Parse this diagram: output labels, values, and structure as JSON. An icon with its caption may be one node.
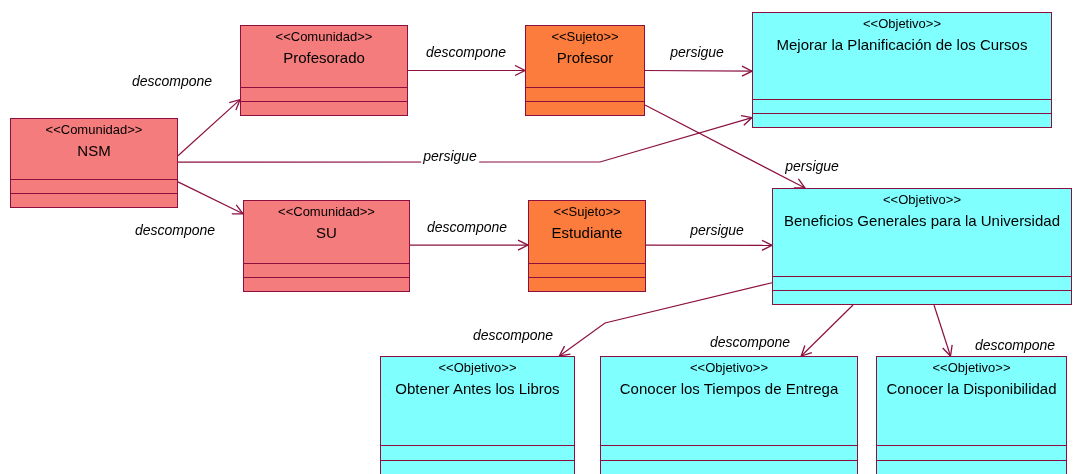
{
  "diagram": {
    "nodes": [
      {
        "text": [
          "<<Comunidad>>",
          "NSM"
        ]
      },
      {
        "text": [
          "<<Comunidad>>",
          "Profesorado"
        ]
      },
      {
        "text": [
          "<<Comunidad>>",
          "SU"
        ]
      },
      {
        "text": [
          "<<Sujeto>>",
          "Profesor"
        ]
      },
      {
        "text": [
          "<<Sujeto>>",
          "Estudiante"
        ]
      },
      {
        "text": [
          "<<Objetivo>>",
          "Mejorar la Planificación de los Cursos"
        ]
      },
      {
        "text": [
          "<<Objetivo>>",
          "Beneficios Generales para la Universidad"
        ]
      },
      {
        "text": [
          "<<Objetivo>>",
          "Obtener Antes los Libros"
        ]
      },
      {
        "text": [
          "<<Objetivo>>",
          "Conocer los Tiempos de Entrega"
        ]
      },
      {
        "text": [
          "<<Objetivo>>",
          "Conocer la Disponibilidad"
        ]
      }
    ],
    "edges": [
      {
        "from": 0,
        "to": 1,
        "arrow": "to",
        "label": "descompone"
      },
      {
        "from": 0,
        "to": 2,
        "arrow": "to",
        "label": "descompone"
      },
      {
        "from": 0,
        "to": 5,
        "arrow": "to",
        "label": "persigue"
      },
      {
        "from": 1,
        "to": 3,
        "arrow": "to",
        "label": "descompone"
      },
      {
        "from": 3,
        "to": 5,
        "arrow": "to",
        "label": "persigue"
      },
      {
        "from": 3,
        "to": 6,
        "arrow": "to",
        "label": "persigue"
      },
      {
        "from": 2,
        "to": 4,
        "arrow": "to",
        "label": "descompone"
      },
      {
        "from": 4,
        "to": 6,
        "arrow": "to",
        "label": "persigue"
      },
      {
        "from": 6,
        "to": 7,
        "arrow": "to",
        "label": "descompone"
      },
      {
        "from": 6,
        "to": 8,
        "arrow": "to",
        "label": "descompone"
      },
      {
        "from": 6,
        "to": 9,
        "arrow": "to",
        "label": "descompone"
      }
    ]
  }
}
